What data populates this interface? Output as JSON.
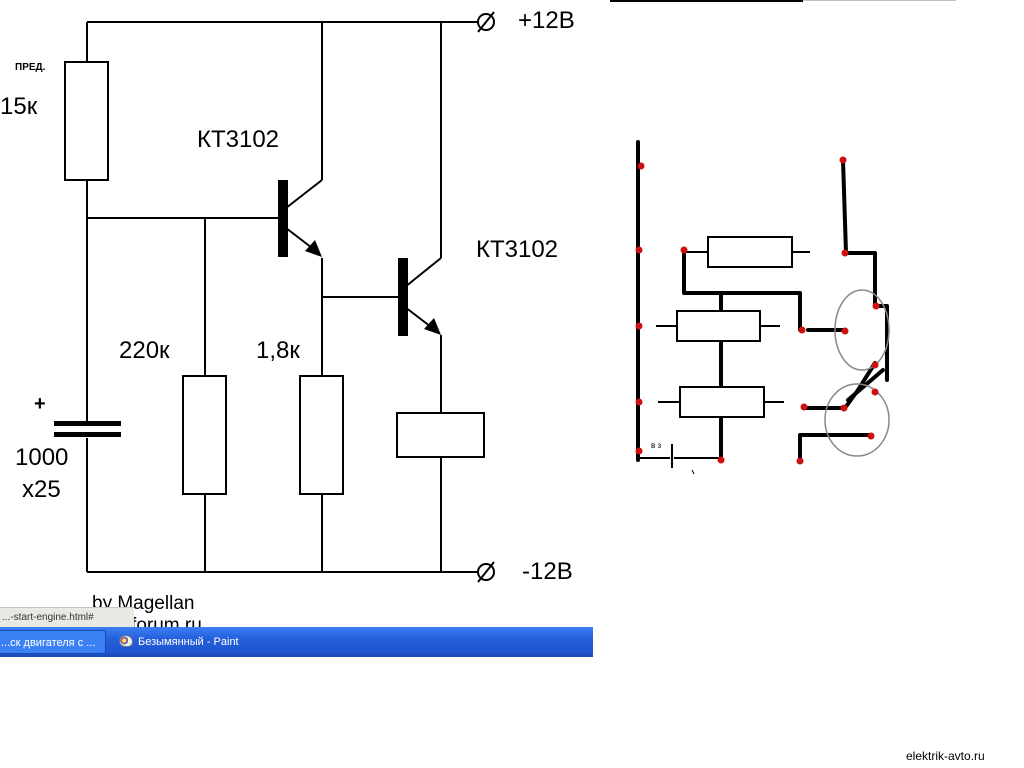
{
  "schematic": {
    "supply_pos": "+12В",
    "supply_neg": "-12В",
    "trim_label": "ПРЕД.",
    "resistor_top": "15к",
    "transistor1": "КТ3102",
    "transistor2": "КТ3102",
    "resistor_220": "220к",
    "resistor_18": "1,8к",
    "cap_plus": "+",
    "cap_value": "1000",
    "cap_voltage": "x25",
    "credit_line1": "by Magellan",
    "credit_line2": "...rd-forum.ru"
  },
  "browser": {
    "status_url": "...-start-engine.html#"
  },
  "taskbar": {
    "task1": "...ск двигателя с ...",
    "task2": "Безымянный - Paint",
    "paint_icon": "paint-icon"
  },
  "pcb": {
    "label": "в з"
  },
  "watermark": "elektrik-avto.ru",
  "colors": {
    "wire": "#000000",
    "pad": "#cc1111",
    "taskbar": "#245edb"
  }
}
